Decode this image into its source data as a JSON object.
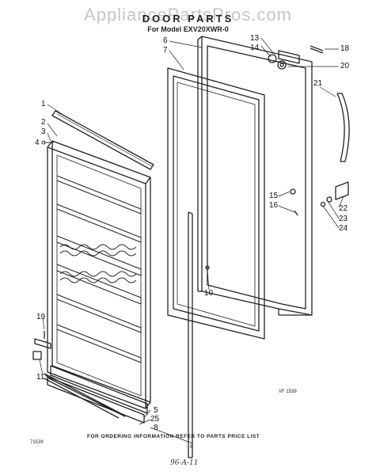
{
  "watermark": "AppliancePartsPros.com",
  "title": "DOOR PARTS",
  "subtitle": "For Model EXV20XWR-0",
  "callouts": [
    "1",
    "2",
    "3",
    "4",
    "5",
    "6",
    "7",
    "8",
    "10",
    "11",
    "13",
    "14",
    "15",
    "16",
    "18",
    "19",
    "20",
    "21",
    "22",
    "23",
    "24",
    "25"
  ],
  "figure_code": "VF 1539",
  "footer": "FOR ORDERING INFORMATION REFER TO PARTS PRICE LIST",
  "doc_number": "71539",
  "page_number": "6",
  "handwritten_note": "96-A-11"
}
